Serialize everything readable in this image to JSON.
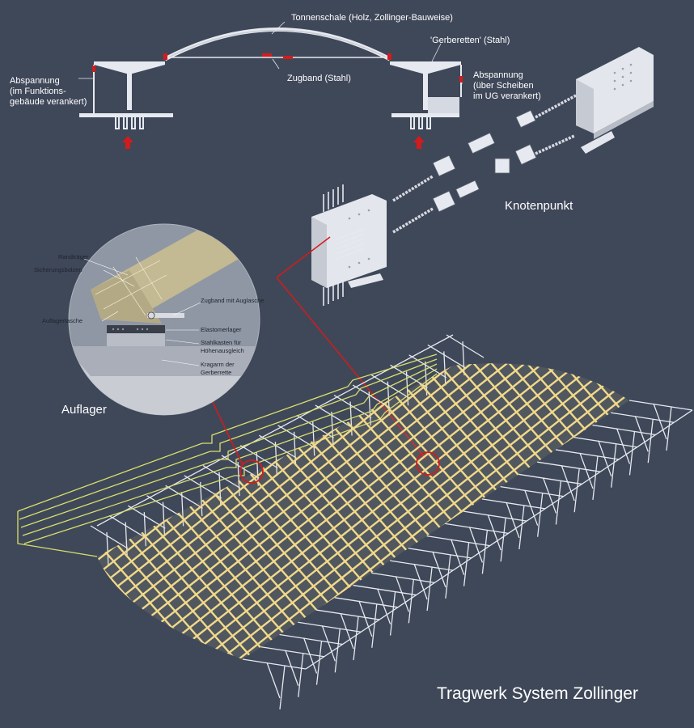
{
  "section": {
    "labels": {
      "shell": "Tonnenschale (Holz, Zollinger-Bauweise)",
      "gerber": "'Gerberetten'  (Stahl)",
      "tie": "Zugband (Stahl)",
      "left_anchor": [
        "Abspannung",
        "(im Funktions-",
        "gebäude verankert)"
      ],
      "right_anchor": [
        "Abspannung",
        "(über Scheiben",
        "im UG verankert)"
      ]
    }
  },
  "node": {
    "title": "Knotenpunkt"
  },
  "support": {
    "title": "Auflager",
    "labels": {
      "edge_beam": "Randträger",
      "bolts": "Sicherungsbolzen",
      "pocket": "Auflagertasche",
      "tie_lug": "Zugband mit Auglasche",
      "bearing": "Elastomerlager",
      "steel_box": [
        "Stahlkasten für",
        "Höhenausgleich"
      ],
      "cantilever": [
        "Kragarm der",
        "Gerberrette"
      ]
    }
  },
  "main_title": "Tragwerk System Zollinger",
  "colors": {
    "background": "#3f4859",
    "lattice": "#f0d98a",
    "edge_outline": "#d9e06a",
    "steel": "#e6e9ef",
    "highlight": "#d41b1b",
    "detail_circle": "#8f97a4",
    "label": "#ffffff"
  }
}
